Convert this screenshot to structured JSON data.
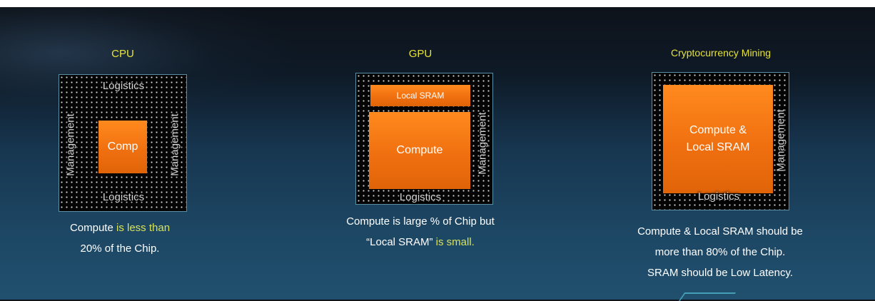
{
  "cpu": {
    "title": "CPU",
    "logistics_top": "Logistics",
    "logistics_bottom": "Logistics",
    "management_left": "Management",
    "management_right": "Management",
    "compute": "Comp",
    "caption": {
      "line1_a": "Compute ",
      "line1_b": "is less than",
      "line2": "20% of the Chip."
    }
  },
  "gpu": {
    "title": "GPU",
    "sram": "Local SRAM",
    "compute": "Compute",
    "management": "Management",
    "logistics": "Logistics",
    "caption": {
      "line1": "Compute is large % of Chip but",
      "line2_a": "“Local SRAM” ",
      "line2_b": "is small."
    }
  },
  "mining": {
    "title": "Cryptocurrency Mining",
    "compute_line1": "Compute &",
    "compute_line2": "Local SRAM",
    "management": "Management",
    "logistics": "Logistics",
    "caption": {
      "line1": "Compute  & Local SRAM should be",
      "line2": "more than 80% of the Chip.",
      "line3": "SRAM should be Low Latency."
    }
  },
  "colors": {
    "heading": "#e6e23a",
    "highlight": "#d9e35a",
    "block": "#f07010",
    "chip_border": "#5a8fa6"
  }
}
